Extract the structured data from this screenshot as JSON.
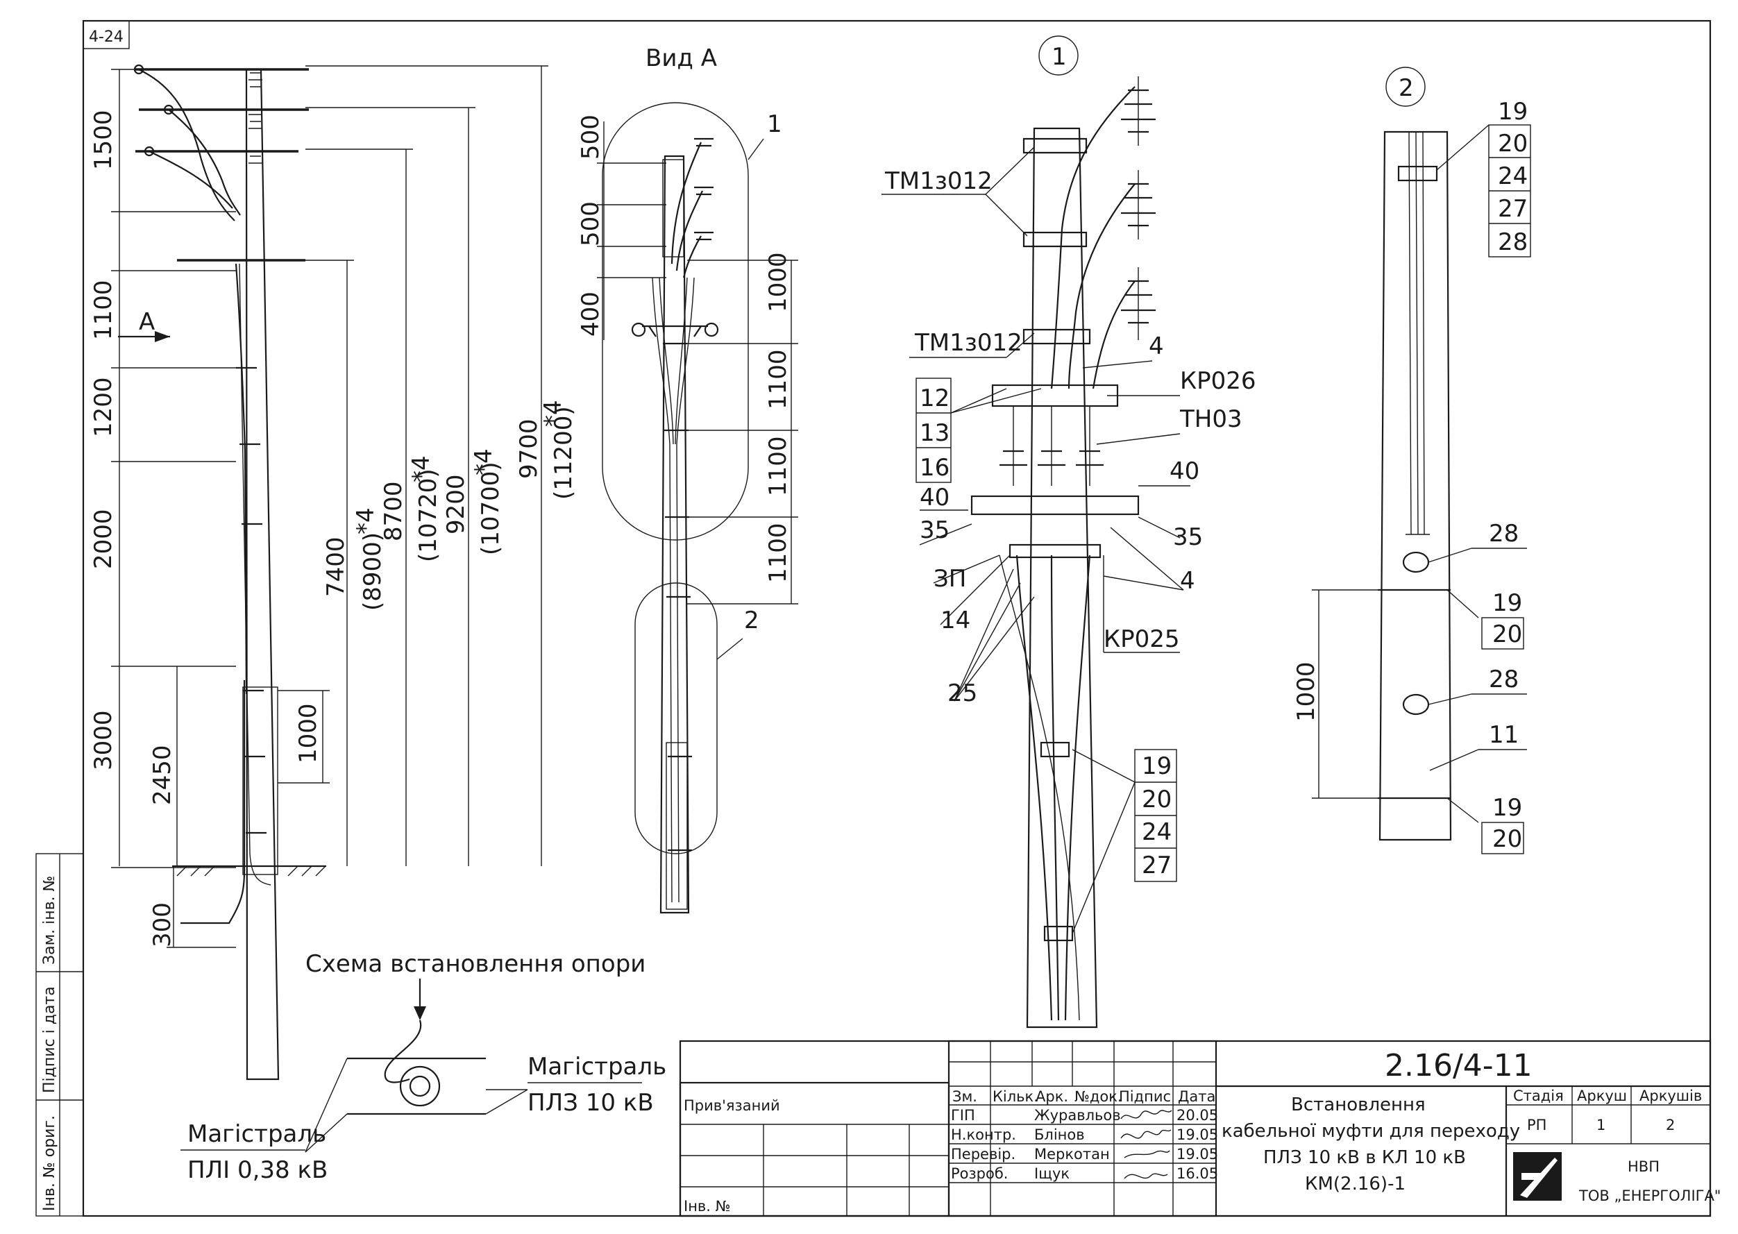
{
  "sheet_code": "4-24",
  "side_stamp": [
    "Інв. № ориг.",
    "Підпис і дата",
    "Зам. інв. №"
  ],
  "left_view": {
    "dims_left": [
      "1500",
      "1100",
      "1200",
      "2000",
      "3000",
      "300",
      "2450",
      "1000"
    ],
    "dims_right": [
      "7400",
      "(8900)",
      "8700",
      "(10720)",
      "9200",
      "(10700)",
      "9700",
      "(11200)"
    ],
    "star_mark": "*4",
    "arrow_label": "А"
  },
  "view_a": {
    "title": "Вид А",
    "dims_left": [
      "500",
      "500",
      "400"
    ],
    "dims_right": [
      "1000",
      "1100",
      "1100",
      "1100"
    ],
    "callouts": [
      "1",
      "2"
    ]
  },
  "scheme": {
    "title": "Схема встановлення опори",
    "label_right_1": "Магістраль",
    "label_right_2": "ПЛЗ 10 кВ",
    "label_left_1": "Магістраль",
    "label_left_2": "ПЛІ 0,38 кВ"
  },
  "detail_1": {
    "number": "1",
    "labels": [
      "ТМ1з012",
      "ТМ1з012",
      "4",
      "КР026",
      "12",
      "13",
      "16",
      "ТН03",
      "40",
      "40",
      "35",
      "35",
      "ЗП",
      "14",
      "4",
      "КР025",
      "25",
      "19",
      "20",
      "24",
      "27"
    ]
  },
  "detail_2": {
    "number": "2",
    "labels_top": [
      "19",
      "20",
      "24",
      "27",
      "28"
    ],
    "labels_mid": [
      "28",
      "19",
      "20",
      "28",
      "11",
      "19",
      "20"
    ],
    "dim": "1000"
  },
  "title_block": {
    "doc_code": "2.16/4-11",
    "attached": "Прив'язаний",
    "inv": "Інв. №",
    "headers": [
      "Зм.",
      "Кільк.",
      "Арк.",
      "№док.",
      "Підпис",
      "Дата"
    ],
    "rows": [
      {
        "role": "ГІП",
        "name": "Журавльов",
        "date": "20.05"
      },
      {
        "role": "Н.контр.",
        "name": "Блінов",
        "date": "19.05"
      },
      {
        "role": "Перевір.",
        "name": "Меркотан",
        "date": "19.05"
      },
      {
        "role": "Розроб.",
        "name": "Іщук",
        "date": "16.05"
      }
    ],
    "title_lines": [
      "Встановлення",
      "кабельної муфти для переходу",
      "ПЛЗ 10 кВ в КЛ 10 кВ",
      "КМ(2.16)-1"
    ],
    "stage_headers": [
      "Стадія",
      "Аркуш",
      "Аркушів"
    ],
    "stage_values": [
      "РП",
      "1",
      "2"
    ],
    "org_1": "НВП",
    "org_2": "ТОВ „ЕНЕРГОЛІГА\""
  }
}
